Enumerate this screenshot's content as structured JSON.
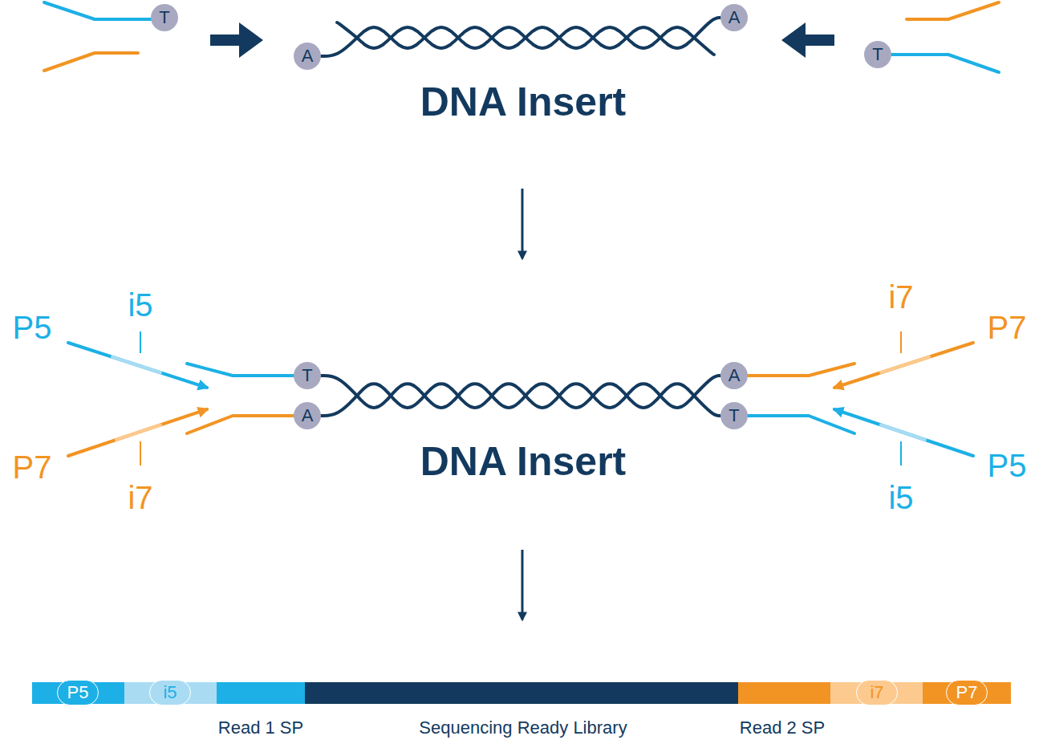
{
  "diagram": {
    "nodes": [
      {
        "text": [
          "T"
        ]
      },
      {
        "text": [
          "A"
        ]
      },
      {
        "text": [
          "A"
        ]
      },
      {
        "text": [
          "T"
        ]
      },
      {
        "text": [
          "T"
        ]
      },
      {
        "text": [
          "A"
        ]
      },
      {
        "text": [
          "A"
        ]
      },
      {
        "text": [
          "T"
        ]
      },
      {
        "text": [
          "P5"
        ]
      },
      {
        "text": [
          "i5"
        ]
      },
      {
        "text": [
          "i7"
        ]
      },
      {
        "text": [
          "P7"
        ]
      }
    ],
    "labels": [
      "DNA Insert",
      "P5",
      "i5",
      "i7",
      "P7",
      "DNA Insert",
      "P7",
      "i7",
      "i5",
      "P5",
      "Read 1 SP",
      "Sequencing Ready Library",
      "Read 2 SP"
    ]
  }
}
